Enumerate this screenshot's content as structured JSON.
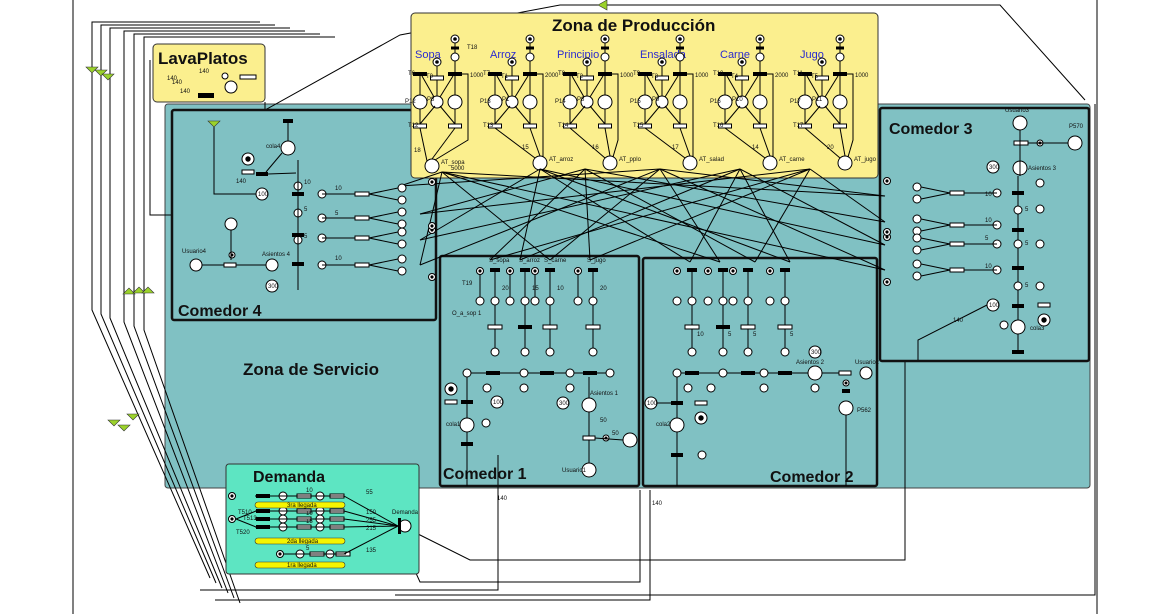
{
  "zones": {
    "produccion": {
      "title": "Zona de Producción",
      "color": "#fbef8e"
    },
    "lavaplatos": {
      "title": "LavaPlatos",
      "color": "#fbef8e",
      "arc_labels": [
        "140",
        "140",
        "140",
        "140"
      ]
    },
    "servicio": {
      "title": "Zona de Servicio",
      "color": "#80c1c3"
    },
    "demanda": {
      "title": "Demanda",
      "color": "#5de5c2",
      "place_label": "Demanda",
      "bars": [
        "3ra llegada",
        "2da llegada",
        "1ra llegada"
      ],
      "transitions": [
        "T510",
        "T513",
        "T520"
      ],
      "weights": [
        "10",
        "15",
        "10",
        "15",
        "5"
      ],
      "arc_weights": [
        "55",
        "150",
        "255",
        "215",
        "135"
      ]
    },
    "comedor1": {
      "title": "Comedor 1",
      "labels": [
        "S_sopa",
        "S_arroz",
        "S_carne",
        "S_jugo",
        "T19",
        "O_a_sop 1",
        "Asientos 1",
        "cola1",
        "Usuario1"
      ],
      "weights": [
        "20",
        "15",
        "10",
        "20",
        "10",
        "5",
        "5",
        "20",
        "18",
        "10",
        "20",
        "10",
        "5",
        "5",
        "50",
        "50",
        "5",
        "50",
        "50",
        "5"
      ],
      "tokens": [
        "100",
        "300"
      ]
    },
    "comedor2": {
      "title": "Comedor 2",
      "labels": [
        "Asientos 2",
        "Usuario2",
        "cola2",
        "P562"
      ],
      "weights": [
        "10",
        "5",
        "5",
        "5",
        "10",
        "10"
      ],
      "tokens": [
        "100",
        "300"
      ]
    },
    "comedor3": {
      "title": "Comedor 3",
      "labels": [
        "Usuario3",
        "P570",
        "Asientos 3",
        "cola3"
      ],
      "weights": [
        "10",
        "5",
        "5",
        "5",
        "10",
        "10",
        "5",
        "5",
        "140"
      ],
      "tokens": [
        "300",
        "100"
      ]
    },
    "comedor4": {
      "title": "Comedor 4",
      "labels": [
        "cola4",
        "Asientos 4",
        "Usuario4"
      ],
      "weights": [
        "10",
        "5",
        "5",
        "10",
        "5",
        "10",
        "140"
      ],
      "tokens": [
        "100",
        "300"
      ]
    }
  },
  "dishes": [
    {
      "name": "Sopa",
      "accum": "AT_sopa",
      "weight": "18",
      "cap": "1000",
      "t_top": "T6",
      "t_left": "T12",
      "t_mid": "T0",
      "place": "P8",
      "left_place": "P12",
      "extra": "5000"
    },
    {
      "name": "Arroz",
      "accum": "AT_arroz",
      "weight": "15",
      "cap": "2000",
      "t_top": "T7",
      "t_left": "T13",
      "t_mid": "T1",
      "place": "P1",
      "left_place": "P13"
    },
    {
      "name": "Principio",
      "accum": "AT_pplo",
      "weight": "16",
      "cap": "1000",
      "t_top": "T8",
      "t_left": "T14",
      "t_mid": "T2",
      "place": "P8",
      "left_place": "P14"
    },
    {
      "name": "Ensalada",
      "accum": "AT_salad",
      "weight": "17",
      "cap": "1000",
      "t_top": "T9",
      "t_left": "T15",
      "t_mid": "T3",
      "place": "P9",
      "left_place": "P15"
    },
    {
      "name": "Carne",
      "accum": "AT_carne",
      "weight": "14",
      "cap": "2000",
      "t_top": "T10",
      "t_left": "T16",
      "t_mid": "T4",
      "place": "P10",
      "left_place": "P16"
    },
    {
      "name": "Jugo",
      "accum": "AT_jugo",
      "weight": "20",
      "cap": "1000",
      "t_top": "T11",
      "t_left": "T17",
      "t_mid": "T5",
      "place": "P11",
      "left_place": "P17"
    }
  ],
  "misc_labels": {
    "t18": "T18",
    "route_140": "140"
  }
}
